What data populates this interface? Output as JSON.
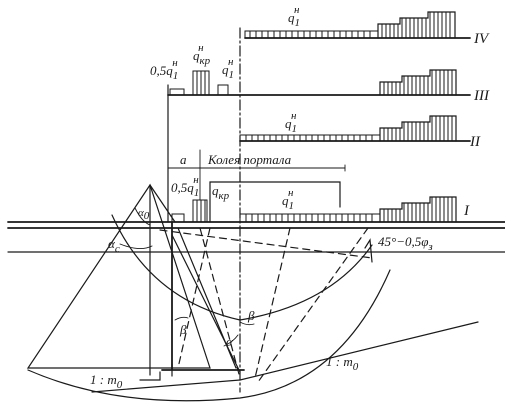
{
  "diagram": {
    "load_labels": {
      "IV_q": "q",
      "IV_q_sup": "н",
      "IV_q_sub": "1",
      "III_half": "0,5q",
      "III_half_sup": "н",
      "III_half_sub": "1",
      "III_qkr": "q",
      "III_qkr_sup": "н",
      "III_qkr_sub": "кр",
      "III_q": "q",
      "III_q_sup": "н",
      "III_q_sub": "1",
      "II_q": "q",
      "II_q_sup": "н",
      "II_q_sub": "1",
      "I_half": "0,5q",
      "I_half_sup": "н",
      "I_half_sub": "1",
      "I_qkr": "q",
      "I_qkr_sub": "кр",
      "I_q": "q",
      "I_q_sup": "н",
      "I_q_sub": "1"
    },
    "case_numerals": {
      "IV": "IV",
      "III": "III",
      "II": "II",
      "I": "I"
    },
    "dimension_labels": {
      "a": "a",
      "portal_gauge": "Колея портала"
    },
    "angle_labels": {
      "alpha_c": "α",
      "alpha_c_sub": "c",
      "alpha_0": "α",
      "alpha_0_sub": "0",
      "alpha": "α",
      "beta_left": "β",
      "beta_right": "β",
      "wedge_angle": "45°−0,5φ",
      "wedge_angle_sub": "з"
    },
    "slope_labels": {
      "slope_right": "1 : m",
      "slope_right_sub": "0",
      "slope_left": "1 : m",
      "slope_left_sub": "0"
    }
  }
}
